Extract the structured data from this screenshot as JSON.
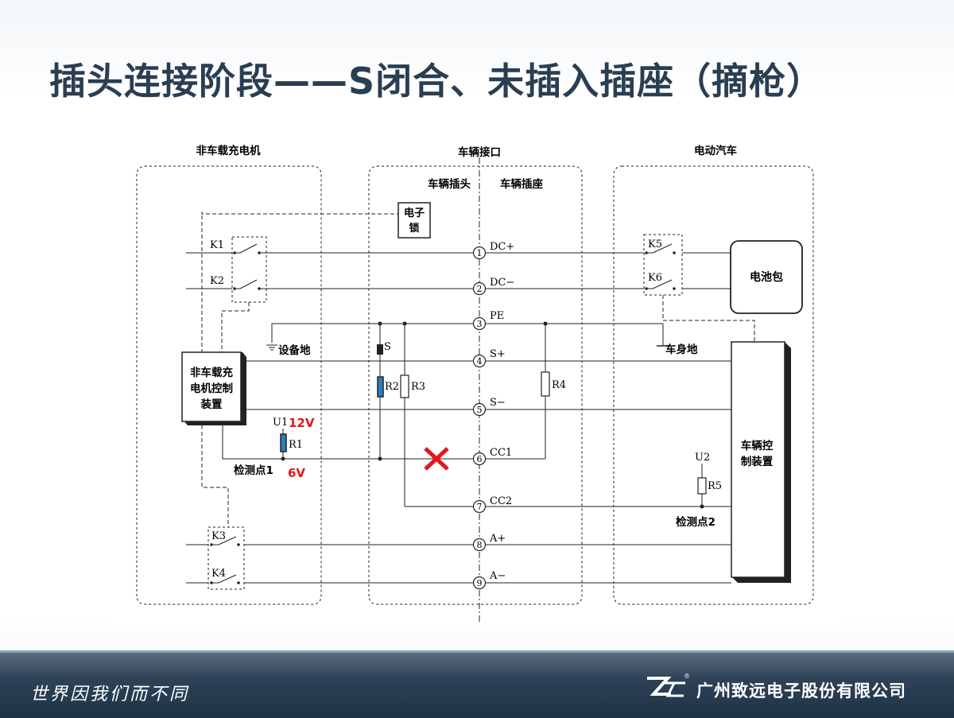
{
  "title": "插头连接阶段——S闭合、未插入插座（摘枪）",
  "diagram": {
    "section_offboard_charger": "非车载充电机",
    "section_vehicle_interface": "车辆接口",
    "section_electric_vehicle": "电动汽车",
    "vehicle_plug": "车辆插头",
    "vehicle_socket": "车辆插座",
    "electronic_lock_line1": "电子",
    "electronic_lock_line2": "锁",
    "battery_pack": "电池包",
    "charger_controller_line1": "非车载充",
    "charger_controller_line2": "电机控制",
    "charger_controller_line3": "装置",
    "vehicle_controller_line1": "车辆控",
    "vehicle_controller_line2": "制装置",
    "equipment_ground": "设备地",
    "body_ground": "车身地",
    "detection_point_1": "检测点1",
    "detection_point_2": "检测点2",
    "switches": {
      "k1": "K1",
      "k2": "K2",
      "k3": "K3",
      "k4": "K4",
      "k5": "K5",
      "k6": "K6",
      "s": "S"
    },
    "resistors": {
      "r1": "R1",
      "r2": "R2",
      "r3": "R3",
      "r4": "R4",
      "r5": "R5"
    },
    "sources": {
      "u1": "U1",
      "u2": "U2"
    },
    "pins": [
      {
        "num": "1",
        "label": "DC+"
      },
      {
        "num": "2",
        "label": "DC−"
      },
      {
        "num": "3",
        "label": "PE"
      },
      {
        "num": "4",
        "label": "S+"
      },
      {
        "num": "5",
        "label": "S−"
      },
      {
        "num": "6",
        "label": "CC1"
      },
      {
        "num": "7",
        "label": "CC2"
      },
      {
        "num": "8",
        "label": "A+"
      },
      {
        "num": "9",
        "label": "A−"
      }
    ],
    "voltage_u1": "12V",
    "voltage_detection_1": "6V",
    "highlight_color": "#e8141c",
    "resistor_highlight_color": "#2a7fc0",
    "disconnect_mark_icon": "red-x-icon"
  },
  "footer": {
    "slogan": "世界因我们而不同",
    "company": "广州致远电子股份有限公司",
    "logo_mark": "®"
  }
}
